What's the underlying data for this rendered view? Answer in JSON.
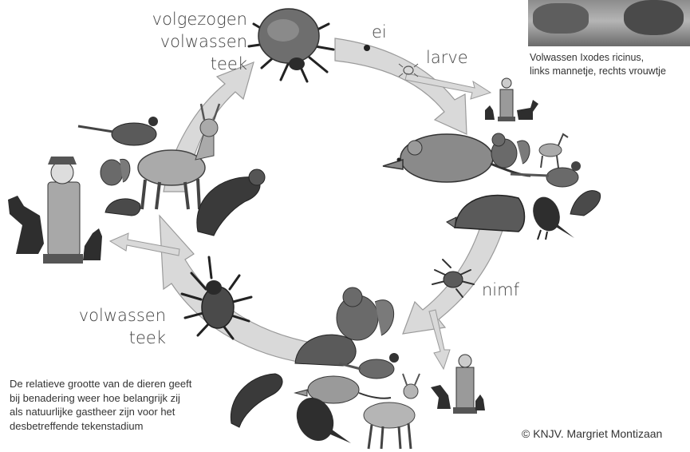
{
  "labels": {
    "engorged_adult": [
      "volgezogen",
      "volwassen teek"
    ],
    "egg": "ei",
    "larva": "larve",
    "nymph": "nimf",
    "adult": [
      "volwassen",
      "teek"
    ]
  },
  "photo_caption": [
    "Volwassen Ixodes ricinus,",
    "links mannetje, rechts vrouwtje"
  ],
  "footnote": [
    "De relatieve grootte van de dieren geeft",
    "bij benadering weer hoe belangrijk zij",
    "als natuurlijke gastheer zijn voor het",
    "desbetreffende tekenstadium"
  ],
  "credit": "© KNJV. Margriet Montizaan",
  "colors": {
    "arrow_fill": "#d9d9d9",
    "arrow_stroke": "#9a9a9a",
    "animal": "#7a7a7a",
    "dark": "#2e2e2e"
  },
  "icons": [
    "tick-icon",
    "deer-icon",
    "pheasant-icon",
    "squirrel-icon",
    "hedgehog-icon",
    "ferret-icon",
    "mouse-icon",
    "blackbird-icon",
    "dog-icon",
    "cat-icon",
    "hunter-icon"
  ]
}
